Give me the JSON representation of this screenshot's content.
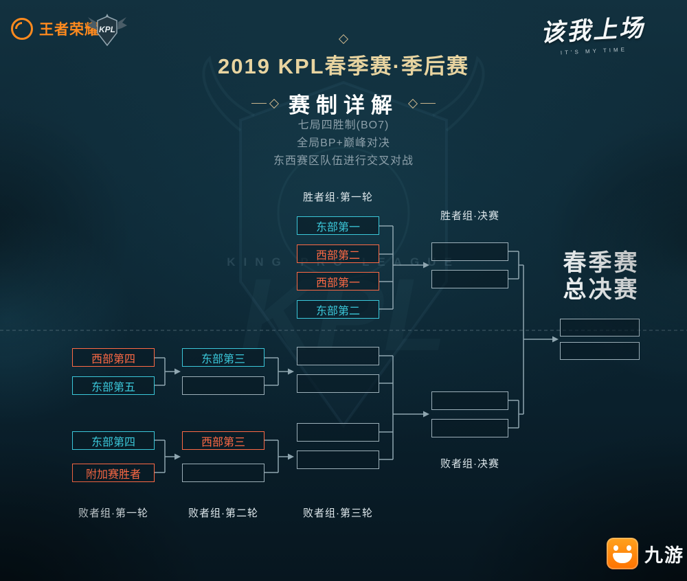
{
  "header": {
    "wzry": "王者荣耀",
    "kpl": "KPL",
    "slogan": "该我上场",
    "slogan_sub": "IT'S MY TIME"
  },
  "title": {
    "main": "2019 KPL春季赛·季后赛",
    "sub": "赛制详解"
  },
  "rules": [
    "七局四胜制(BO7)",
    "全局BP+巅峰对决",
    "东西赛区队伍进行交叉对战"
  ],
  "watermark": "KING PRO LEAGUE",
  "labels": {
    "winners_r1": "胜者组·第一轮",
    "winners_final": "胜者组·决赛",
    "grand_final_1": "春季赛",
    "grand_final_2": "总决赛",
    "losers_final": "败者组·决赛",
    "losers_r1": "败者组·第一轮",
    "losers_r2": "败者组·第二轮",
    "losers_r3": "败者组·第三轮"
  },
  "teams": {
    "winners_r1": [
      {
        "label": "东部第一",
        "side": "east"
      },
      {
        "label": "西部第二",
        "side": "west"
      },
      {
        "label": "西部第一",
        "side": "west"
      },
      {
        "label": "东部第二",
        "side": "east"
      }
    ],
    "losers_r1": [
      {
        "label": "西部第四",
        "side": "west"
      },
      {
        "label": "东部第五",
        "side": "east"
      },
      {
        "label": "东部第四",
        "side": "east"
      },
      {
        "label": "附加赛胜者",
        "side": "west"
      }
    ],
    "losers_r2": [
      {
        "label": "东部第三",
        "side": "east"
      },
      {
        "label": "西部第三",
        "side": "west"
      }
    ]
  },
  "footer": {
    "site": "九游"
  },
  "colors": {
    "east": "#3bc8da",
    "west": "#ff6a45",
    "gold": "#e8d4a0",
    "background": "#0d2734"
  }
}
